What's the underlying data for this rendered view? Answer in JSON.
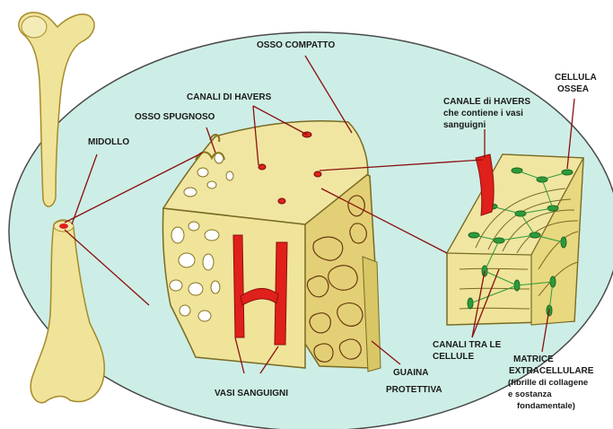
{
  "labels": {
    "osso_compatto": "OSSO COMPATTO",
    "canali_havers": "CANALI DI HAVERS",
    "osso_spugnoso": "OSSO SPUGNOSO",
    "midollo": "MIDOLLO",
    "canale_havers_line1": "CANALE di HAVERS",
    "canale_havers_line2": "che contiene i vasi",
    "canale_havers_line3": "sanguigni",
    "cellula_line1": "CELLULA",
    "cellula_line2": "OSSEA",
    "canali_tra_line1": "CANALI TRA LE",
    "canali_tra_line2": "CELLULE",
    "matrice_line1": "MATRICE",
    "matrice_line2": "EXTRACELLULARE",
    "matrice_line3": "(fibrille di collagene",
    "matrice_line4": "e sostanza",
    "matrice_line5": "fondamentale)",
    "vasi_sanguigni": "VASI SANGUIGNI",
    "guaina_line1": "GUAINA",
    "guaina_line2": "PROTETTIVA"
  },
  "colors": {
    "background_ellipse": "#cdeee6",
    "bone": "#efe49a",
    "bone_shadow": "#d9c766",
    "spongy": "#e8d680",
    "vessel": "#e0201a",
    "leader_line": "#8a1010",
    "matrix_green": "#2e9a3a",
    "outline": "#6b5a20"
  }
}
